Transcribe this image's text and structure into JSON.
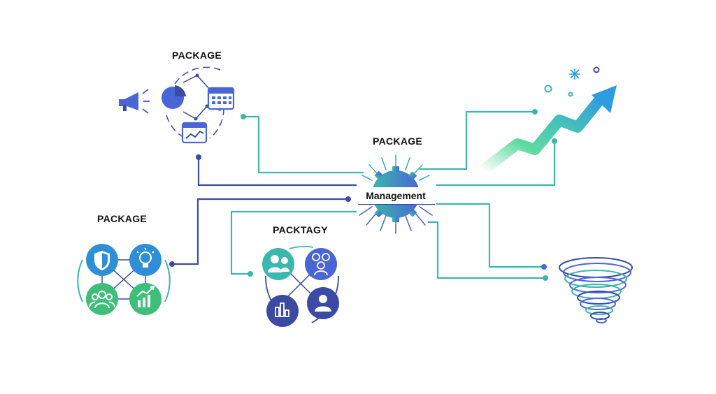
{
  "labels": {
    "top_left": "PACKAGE",
    "center_top": "PACKAGE",
    "left": "PACKAGE",
    "bottom_center": "PACKTAGY"
  },
  "hub": {
    "label": "Management"
  },
  "colors": {
    "teal": "#3bb7ad",
    "navy": "#3b4aa3",
    "blue": "#4a66d6",
    "green": "#3dbf7a",
    "arrow_start": "#35d08a",
    "arrow_end": "#2e9de0"
  },
  "icons": {
    "top_left_cluster": [
      "megaphone-icon",
      "pie-chart-icon",
      "calendar-icon",
      "line-chart-calendar-icon"
    ],
    "left_cluster": [
      "shield-icon",
      "lightbulb-icon",
      "team-icon",
      "growth-chart-icon"
    ],
    "bottom_cluster": [
      "meeting-icon",
      "people-group-icon",
      "bar-chart-icon",
      "user-icon"
    ],
    "right": [
      "growth-arrow-icon",
      "spiral-funnel-icon",
      "sparkle-icon"
    ]
  }
}
